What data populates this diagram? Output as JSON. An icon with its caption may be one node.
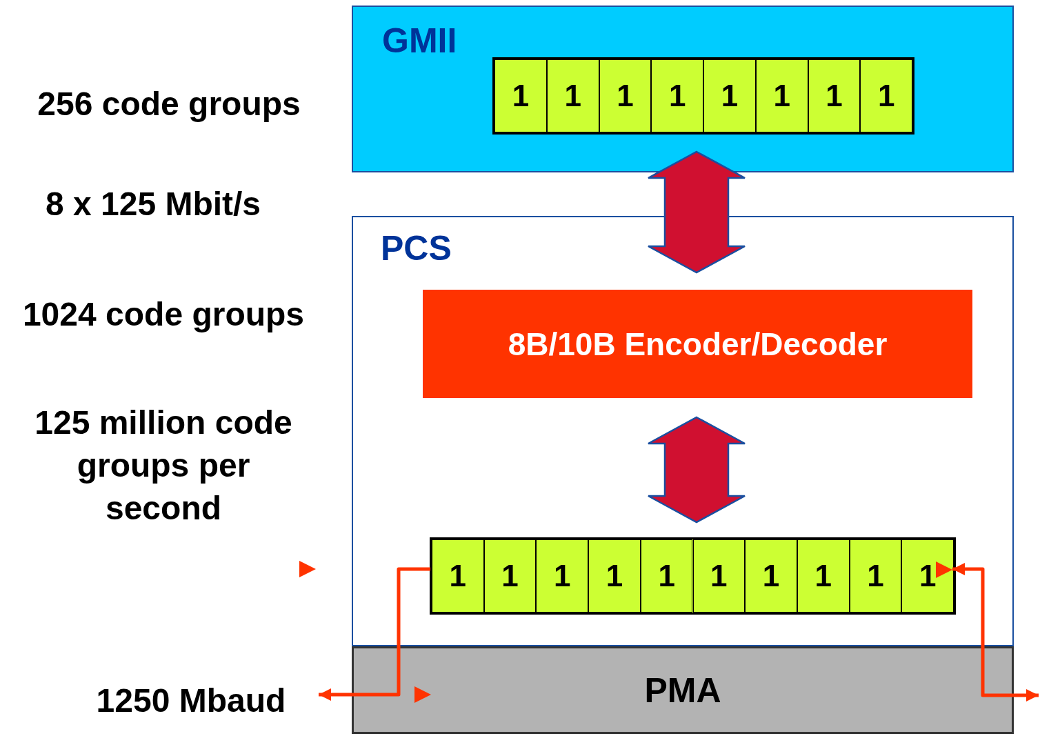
{
  "diagram": {
    "nodes": [
      {
        "text": [
          "GMII"
        ]
      },
      {
        "text": [],
        "shape": "box",
        "in": 0
      },
      {
        "text": [
          "1"
        ],
        "in": 1
      },
      {
        "text": [
          "1"
        ],
        "in": 1
      },
      {
        "text": [
          "1"
        ],
        "in": 1
      },
      {
        "text": [
          "1"
        ],
        "in": 1
      },
      {
        "text": [
          "1"
        ],
        "in": 1
      },
      {
        "text": [
          "1"
        ],
        "in": 1
      },
      {
        "text": [
          "1"
        ],
        "in": 1
      },
      {
        "text": [
          "1"
        ],
        "in": 1
      },
      {
        "text": [
          "PCS"
        ]
      },
      {
        "text": [
          "8B/10B Encoder/Decoder"
        ],
        "in": 10
      },
      {
        "text": [],
        "shape": "box",
        "in": 10
      },
      {
        "text": [
          "1"
        ],
        "in": 12
      },
      {
        "text": [
          "1"
        ],
        "in": 12
      },
      {
        "text": [
          "1"
        ],
        "in": 12
      },
      {
        "text": [
          "1"
        ],
        "in": 12
      },
      {
        "text": [
          "1"
        ],
        "in": 12
      },
      {
        "text": [
          "1"
        ],
        "in": 12
      },
      {
        "text": [
          "1"
        ],
        "in": 12
      },
      {
        "text": [
          "1"
        ],
        "in": 12
      },
      {
        "text": [
          "1"
        ],
        "in": 12
      },
      {
        "text": [
          "1"
        ],
        "in": 12
      },
      {
        "text": [
          "PMA"
        ]
      }
    ],
    "edges": [
      {
        "from": 1,
        "to": 11,
        "arrow": "both",
        "style": "thick",
        "color": "#d01030"
      },
      {
        "from": 11,
        "to": 12,
        "arrow": "both",
        "style": "thick",
        "color": "#d01030"
      },
      {
        "from": 12,
        "to": 23,
        "arrow": "to",
        "color": "#ff3300"
      },
      {
        "from": 12,
        "to": 23,
        "arrow": "both",
        "color": "#ff3300"
      }
    ],
    "labels": [
      "256 code groups",
      "8 x 125 Mbit/s",
      "1024 code groups",
      "125 million code groups per second",
      "1250 Mbaud"
    ]
  }
}
